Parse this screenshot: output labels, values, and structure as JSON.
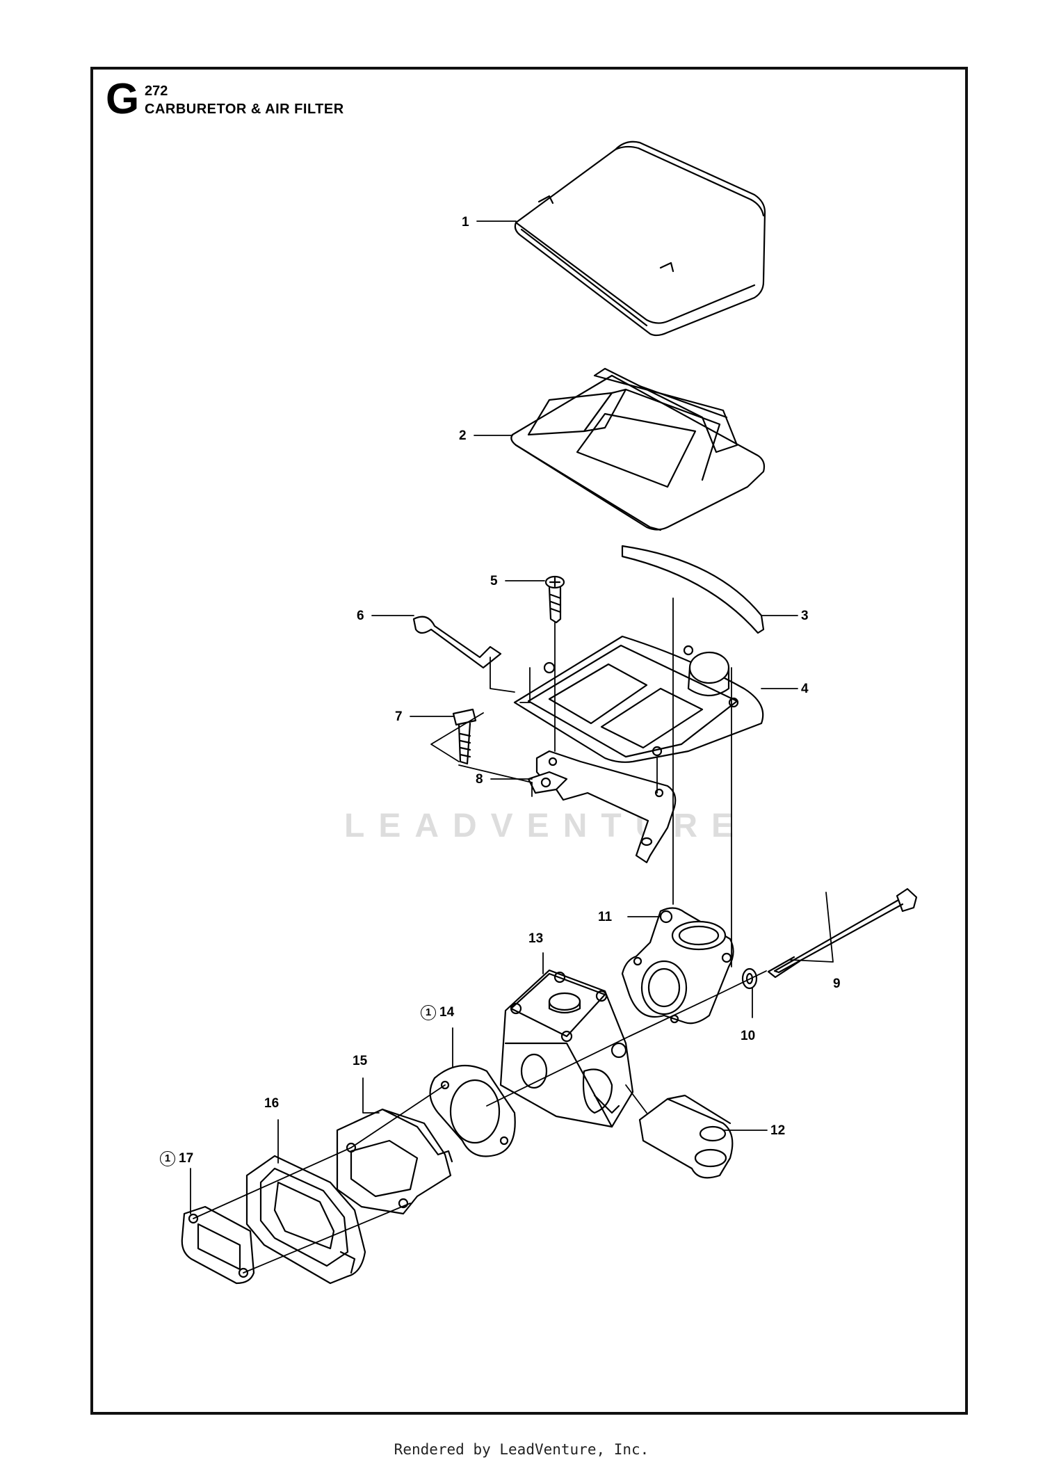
{
  "header": {
    "section_letter": "G",
    "model_number": "272",
    "title": "CARBURETOR & AIR FILTER"
  },
  "parts": [
    {
      "label": "1",
      "part": "air-filter-cover"
    },
    {
      "label": "2",
      "part": "air-filter"
    },
    {
      "label": "3",
      "part": "seal-strip"
    },
    {
      "label": "4",
      "part": "filter-holder"
    },
    {
      "label": "5",
      "part": "screw"
    },
    {
      "label": "6",
      "part": "clip"
    },
    {
      "label": "7",
      "part": "bolt"
    },
    {
      "label": "8",
      "part": "bracket"
    },
    {
      "label": "9",
      "part": "long-bolt"
    },
    {
      "label": "10",
      "part": "washer"
    },
    {
      "label": "11",
      "part": "elbow-adapter"
    },
    {
      "label": "12",
      "part": "throttle-connector"
    },
    {
      "label": "13",
      "part": "carburetor"
    },
    {
      "label": "14",
      "part": "gasket"
    },
    {
      "label": "15",
      "part": "intake-manifold"
    },
    {
      "label": "16",
      "part": "insulator-flange"
    },
    {
      "label": "17",
      "part": "gasket"
    }
  ],
  "notes": {
    "note_symbol": "1"
  },
  "watermark": "LEADVENTURE",
  "footer": "Rendered by LeadVenture, Inc."
}
